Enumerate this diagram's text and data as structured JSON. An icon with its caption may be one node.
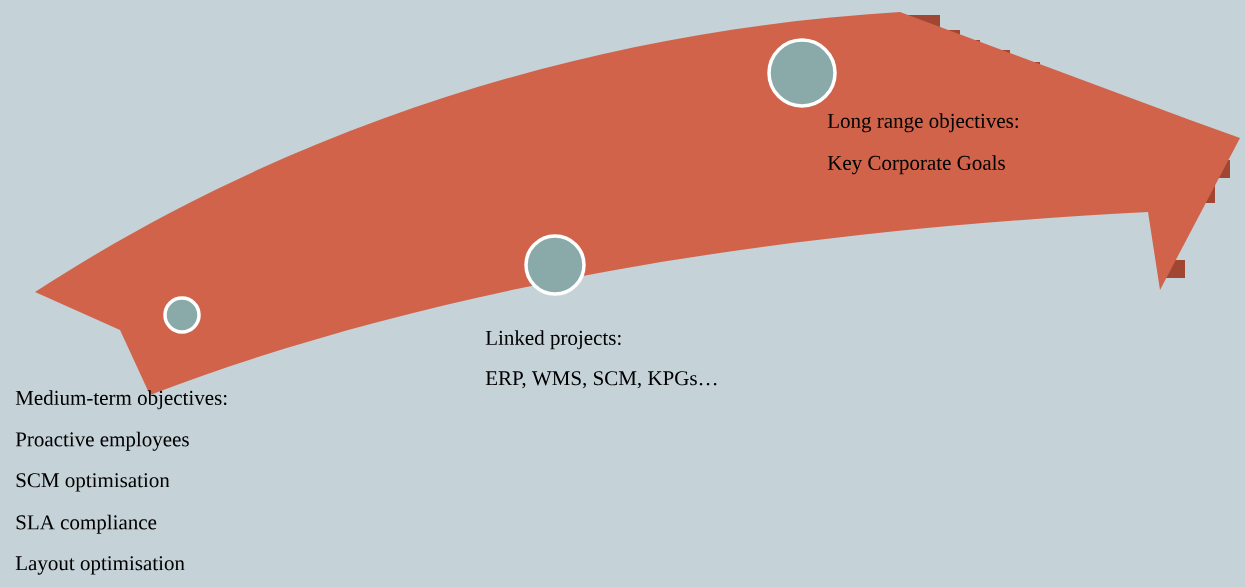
{
  "diagram": {
    "nodes": [
      {
        "text": [],
        "shape": "circle",
        "beside": [
          "Medium-term objectives:",
          "Proactive employees",
          "SCM optimisation",
          "SLA compliance",
          "Layout optimisation"
        ]
      },
      {
        "text": [],
        "shape": "circle",
        "beside": [
          "Linked projects:",
          "ERP, WMS, SCM, KPGs…"
        ]
      },
      {
        "text": [],
        "shape": "circle",
        "beside": [
          "Long range objectives:",
          "Key Corporate Goals"
        ]
      }
    ]
  }
}
